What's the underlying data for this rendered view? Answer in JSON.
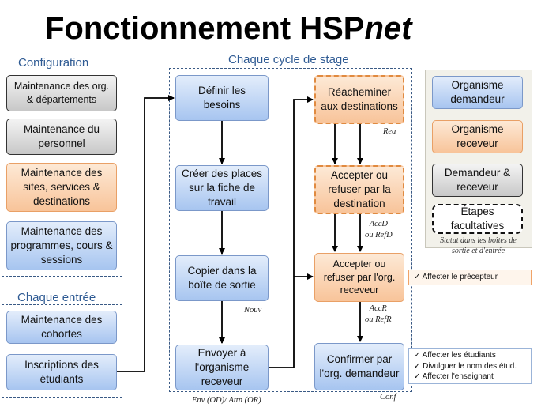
{
  "title": {
    "main": "Fonctionnement HSP",
    "italic": "net"
  },
  "groups": {
    "configuration": "Configuration",
    "chaque_entree": "Chaque entrée",
    "cycle": "Chaque cycle de stage"
  },
  "config_boxes": [
    "Maintenance des org. & départements",
    "Maintenance du personnel",
    "Maintenance des sites, services & destinations",
    "Maintenance des programmes, cours & sessions"
  ],
  "entree_boxes": [
    "Maintenance des cohortes",
    "Inscriptions des étudiants"
  ],
  "cycle_left": [
    "Définir les besoins",
    "Créer des places sur la fiche de travail",
    "Copier dans la boîte de sortie",
    "Envoyer à l'organisme receveur"
  ],
  "cycle_right": [
    "Réacheminer aux destinations",
    "Accepter ou refuser par la destination",
    "Accepter ou refuser par l'org. receveur",
    "Confirmer par l'org. demandeur"
  ],
  "status_tags": {
    "rea": "Rea",
    "accd": "AccD",
    "refd": "ou RefD",
    "nouv": "Nouv",
    "accr": "AccR",
    "refr": "ou RefR",
    "env": "Env (OD)/ Attn (OR)",
    "conf": "Conf"
  },
  "legend": {
    "items": [
      "Organisme demandeur",
      "Organisme receveur",
      "Demandeur & receveur",
      "Étapes facultatives"
    ],
    "note": "Statut dans les boîtes de sortie et d'entrée"
  },
  "checklists": {
    "receveur": [
      "Affecter le précepteur"
    ],
    "demandeur": [
      "Affecter les étudiants",
      "Divulguer le nom des étud.",
      "Affecter l'enseignant"
    ]
  },
  "colors": {
    "blue": "#a7c5f0",
    "orange": "#f8c49a",
    "gray": "#c8c8c8",
    "group_border": "#3a5a85"
  }
}
